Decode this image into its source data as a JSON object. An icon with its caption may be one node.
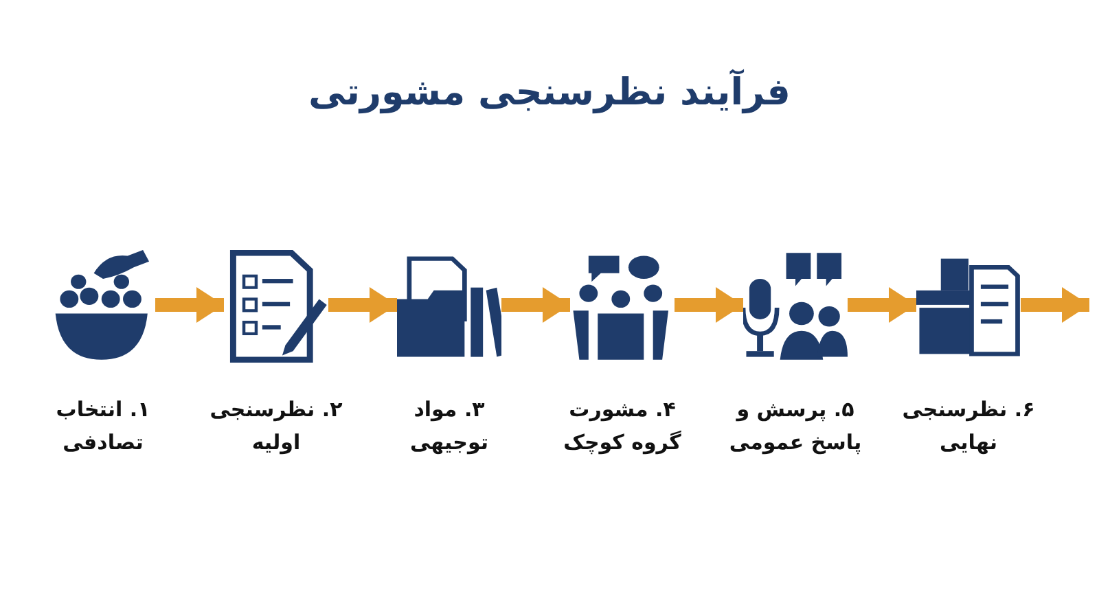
{
  "diagram": {
    "title": "فرآیند نظرسنجی مشورتی",
    "nodes": [
      {
        "text": [
          "۱. انتخاب تصادفی"
        ]
      },
      {
        "text": [
          "۲. نظرسنجی اولیه"
        ]
      },
      {
        "text": [
          "۳. مواد توجیهی"
        ]
      },
      {
        "text": [
          "۴. مشورت گروه کوچک"
        ]
      },
      {
        "text": [
          "۵. پرسش و پاسخ عمومی"
        ]
      },
      {
        "text": [
          "۶. نظرسنجی نهایی"
        ]
      }
    ],
    "edges": [
      {
        "from": 0,
        "to": 1,
        "arrow": "to"
      },
      {
        "from": 1,
        "to": 2,
        "arrow": "to"
      },
      {
        "from": 2,
        "to": 3,
        "arrow": "to"
      },
      {
        "from": 3,
        "to": 4,
        "arrow": "to"
      },
      {
        "from": 4,
        "to": 5,
        "arrow": "to"
      },
      {
        "from": 5,
        "to": null,
        "arrow": "to"
      }
    ]
  }
}
